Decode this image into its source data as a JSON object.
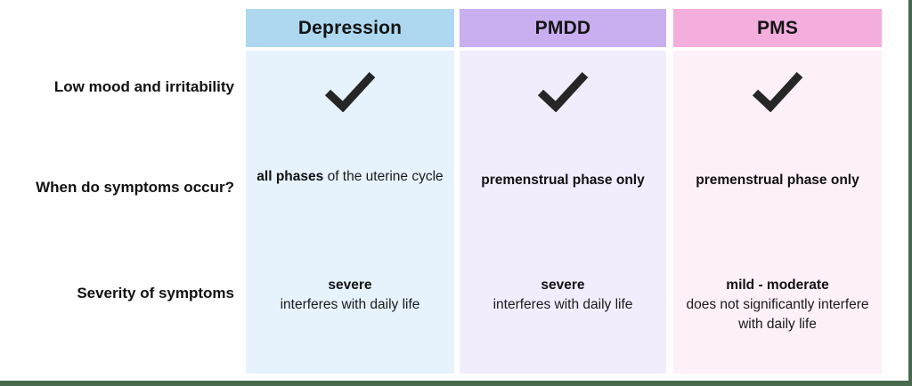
{
  "table": {
    "title_implied": "Comparison of Depression, PMDD and PMS",
    "columns": [
      {
        "id": "depression",
        "label": "Depression",
        "header_color": "#ADD8F0",
        "body_color": "#E6F3FD"
      },
      {
        "id": "pmdd",
        "label": "PMDD",
        "header_color": "#C9AEF0",
        "body_color": "#F2EDFC"
      },
      {
        "id": "pms",
        "label": "PMS",
        "header_color": "#F3AEDE",
        "body_color": "#FDF0F9"
      }
    ],
    "rows": [
      {
        "label": "Low mood and irritability",
        "cells": [
          {
            "type": "check",
            "icon": "checkmark-icon"
          },
          {
            "type": "check",
            "icon": "checkmark-icon"
          },
          {
            "type": "check",
            "icon": "checkmark-icon"
          }
        ]
      },
      {
        "label": "When do symptoms occur?",
        "cells": [
          {
            "bold": "all phases",
            "rest": " of the uterine cycle"
          },
          {
            "bold": "premenstrual phase only",
            "rest": ""
          },
          {
            "bold": "premenstrual phase only",
            "rest": ""
          }
        ]
      },
      {
        "label": "Severity of symptoms",
        "cells": [
          {
            "bold": "severe",
            "rest": "interferes with daily life"
          },
          {
            "bold": "severe",
            "rest": "interferes with daily life"
          },
          {
            "bold": "mild - moderate",
            "rest": "does not significantly interfere with daily life"
          }
        ]
      }
    ],
    "check_color": "#262626",
    "frame_border_color": "#4A6A4F",
    "text_color": "#1a1a1a"
  }
}
